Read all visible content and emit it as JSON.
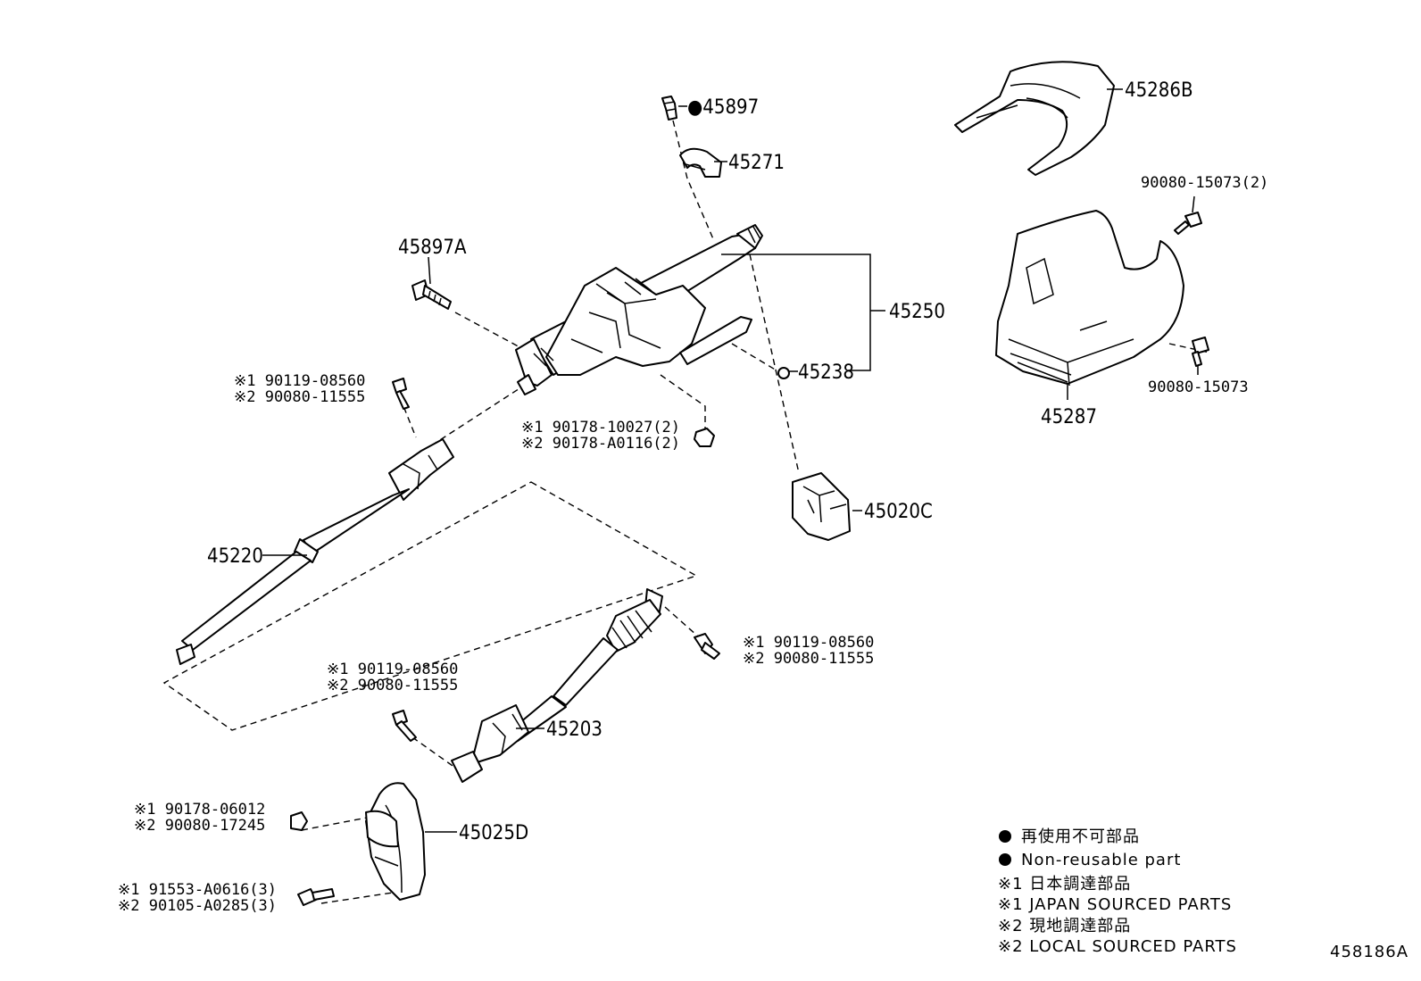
{
  "parts": {
    "p45897": "●45897",
    "p45271": "45271",
    "p45897A": "45897A",
    "p45250": "45250",
    "p45238": "45238",
    "p45020C": "45020C",
    "p45220": "45220",
    "p45203": "45203",
    "p45025D": "45025D",
    "p45286B": "45286B",
    "p45287": "45287",
    "bolt_cover_upper": "90080-15073(2)",
    "bolt_cover_lower": "90080-15073"
  },
  "fasteners": {
    "shaft_bolt_top_1": "※1 90119-08560",
    "shaft_bolt_top_2": "※2 90080-11555",
    "nut_column_1": "※1 90178-10027(2)",
    "nut_column_2": "※2 90178-A0116(2)",
    "shaft_bolt_right_1": "※1 90119-08560",
    "shaft_bolt_right_2": "※2 90080-11555",
    "shaft_bolt_mid_1": "※1 90119-08560",
    "shaft_bolt_mid_2": "※2 90080-11555",
    "seal_nut_1": "※1 90178-06012",
    "seal_nut_2": "※2 90080-17245",
    "seal_bolt_1": "※1 91553-A0616(3)",
    "seal_bolt_2": "※2 90105-A0285(3)"
  },
  "legend": {
    "item1": "再使用不可部品",
    "item2": "Non-reusable part",
    "item3": "※1 日本調達部品",
    "item4": "※1 JAPAN SOURCED PARTS",
    "item5": "※2 現地調達部品",
    "item6": "※2 LOCAL SOURCED PARTS"
  },
  "diagram_id": "458186A"
}
